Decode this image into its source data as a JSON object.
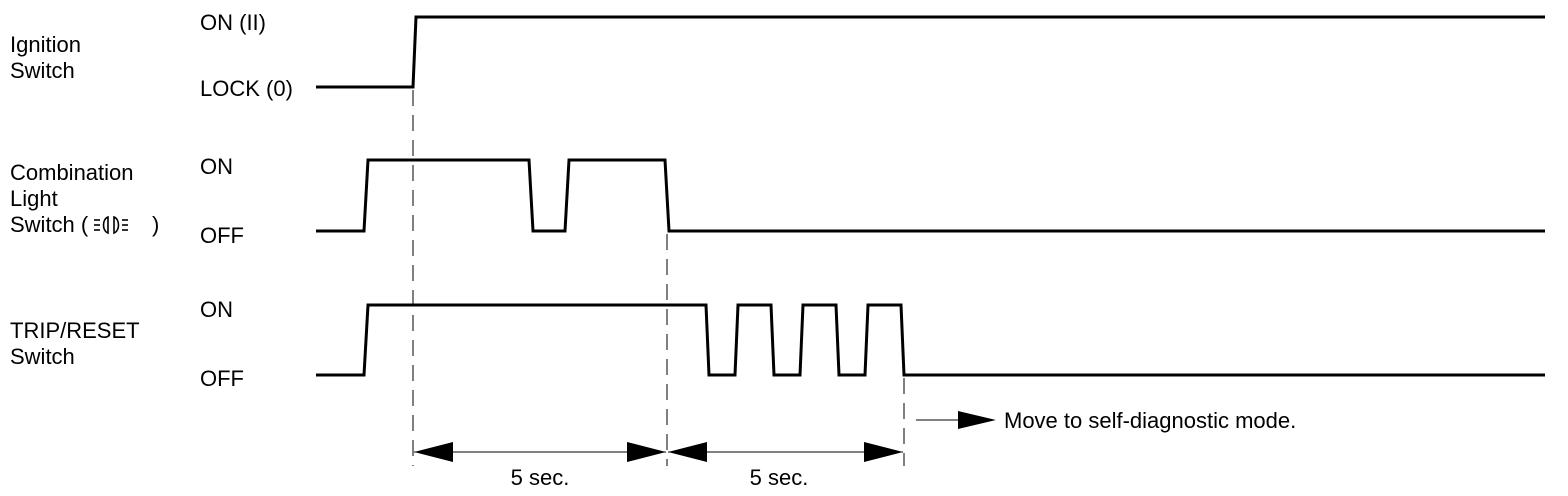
{
  "signals": [
    {
      "id": "ignition",
      "label_lines": [
        "Ignition",
        "Switch"
      ],
      "high_label": "ON (II)",
      "low_label": "LOCK (0)"
    },
    {
      "id": "combination",
      "label_lines": [
        "Combination",
        "Light",
        "Switch ("
      ],
      "label_suffix": ")",
      "label_icon": "headlight-icon",
      "high_label": "ON",
      "low_label": "OFF"
    },
    {
      "id": "trip",
      "label_lines": [
        "TRIP/RESET",
        "Switch"
      ],
      "high_label": "ON",
      "low_label": "OFF"
    }
  ],
  "annotations": {
    "result_text": "Move to self-diagnostic mode.",
    "interval_1": "5 sec.",
    "interval_2": "5 sec."
  }
}
